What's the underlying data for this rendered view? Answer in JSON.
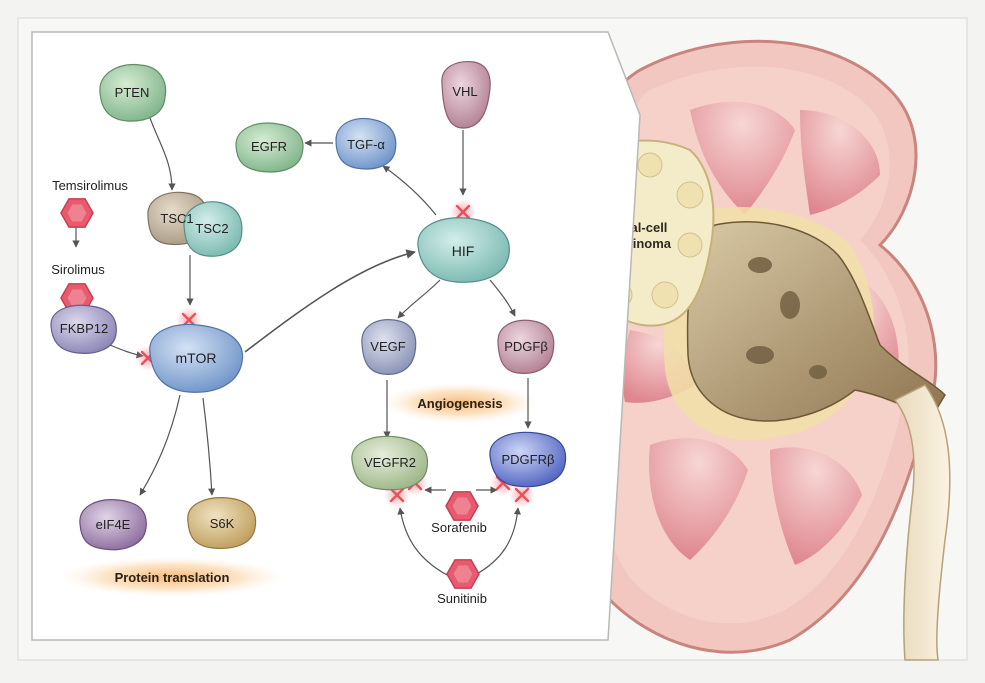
{
  "labels": {
    "pten": "PTEN",
    "tsc1": "TSC1",
    "tsc2": "TSC2",
    "temsirolimus": "Temsirolimus",
    "sirolimus": "Sirolimus",
    "fkbp12": "FKBP12",
    "mtor": "mTOR",
    "eif4e": "eIF4E",
    "s6k": "S6K",
    "protein_translation": "Protein translation",
    "egfr": "EGFR",
    "tgf_alpha": "TGF-α",
    "vhl": "VHL",
    "hif": "HIF",
    "vegf": "VEGF",
    "pdgfb": "PDGFβ",
    "angiogenesis": "Angiogenesis",
    "vegfr2": "VEGFR2",
    "pdgfrb": "PDGFRβ",
    "sorafenib": "Sorafenib",
    "sunitinib": "Sunitinib",
    "renal_cell_carcinoma_line1": "Renal-cell",
    "renal_cell_carcinoma_line2": "carcinoma"
  },
  "colors": {
    "page_bg": "#f3f3f1",
    "panel_bg": "#ffffff",
    "inhibition_mark": "#e8505b",
    "drug_hexagon": "#e85a6e",
    "highlight_glow": "#f6a24a",
    "kidney_cortex": "#f2c7c0",
    "kidney_medulla": "#e8909a",
    "renal_pelvis": "#b8a17a",
    "tumor": "#f4ecc8"
  },
  "icon_names": {
    "drug": "hexagon-drug-icon",
    "block": "red-x-inhibition-icon"
  }
}
